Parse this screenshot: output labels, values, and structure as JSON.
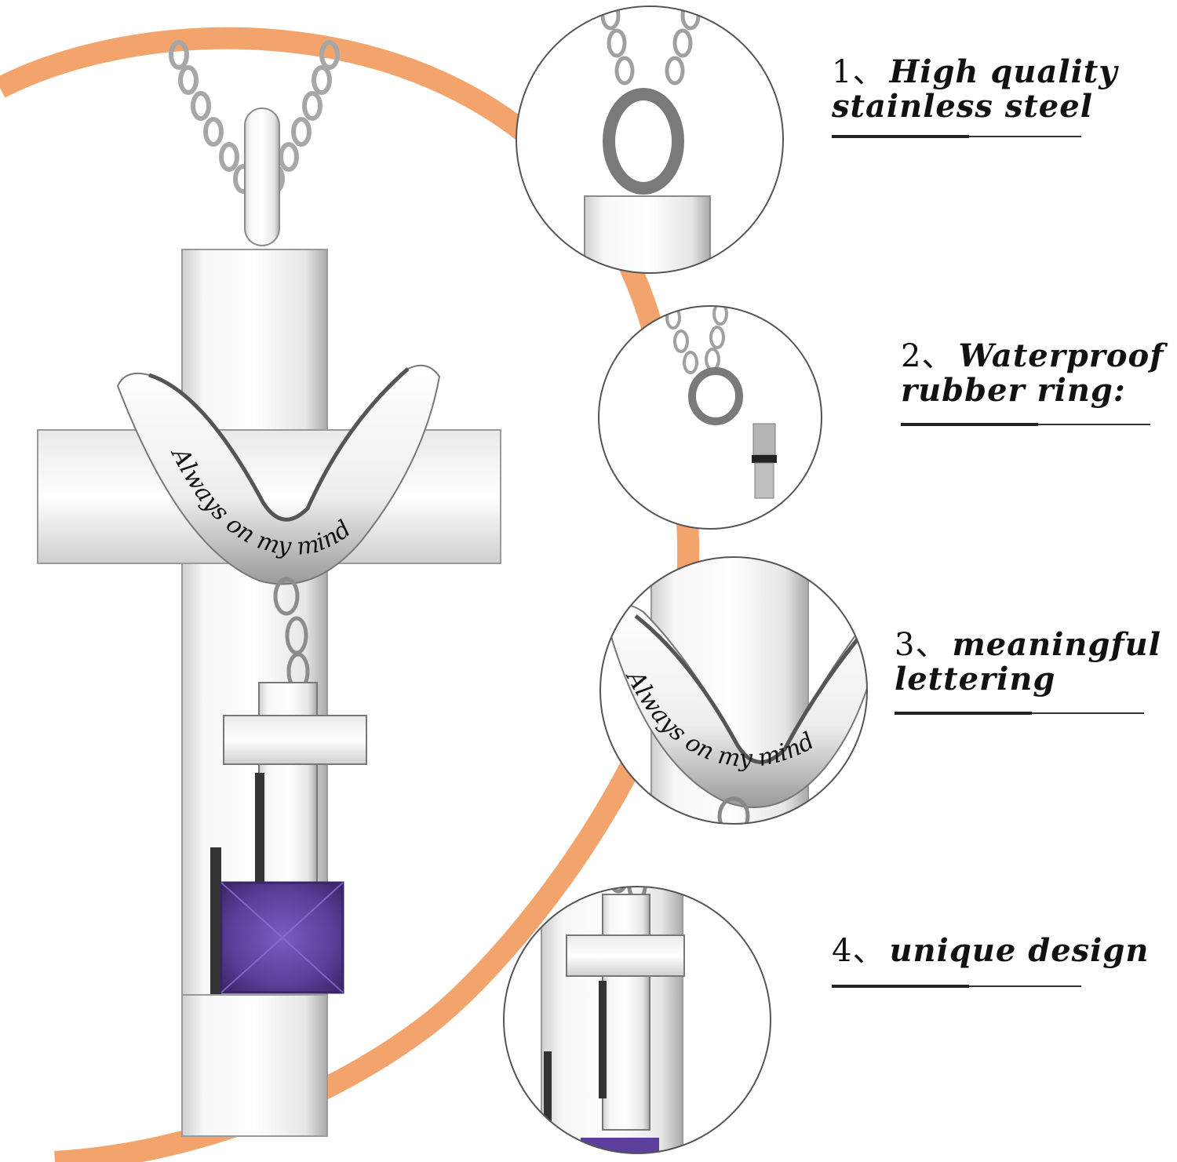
{
  "colors": {
    "accent_arc": "#f3a46c",
    "metal_light": "#f4f4f4",
    "metal_dark": "#8c8c8c",
    "gem": "#5b3f9a",
    "text": "#111111"
  },
  "main_pendant": {
    "engraving": "Always on my mind"
  },
  "features": [
    {
      "number": "1、",
      "line1": "High quality",
      "line2": "stainless steel"
    },
    {
      "number": "2、",
      "line1": "Waterproof",
      "line2": "rubber ring:"
    },
    {
      "number": "3、",
      "line1": "meaningful",
      "line2": "lettering"
    },
    {
      "number": "4、",
      "line1": "unique design",
      "line2": ""
    }
  ],
  "detail_3": {
    "engraving": "Always on my mind"
  }
}
